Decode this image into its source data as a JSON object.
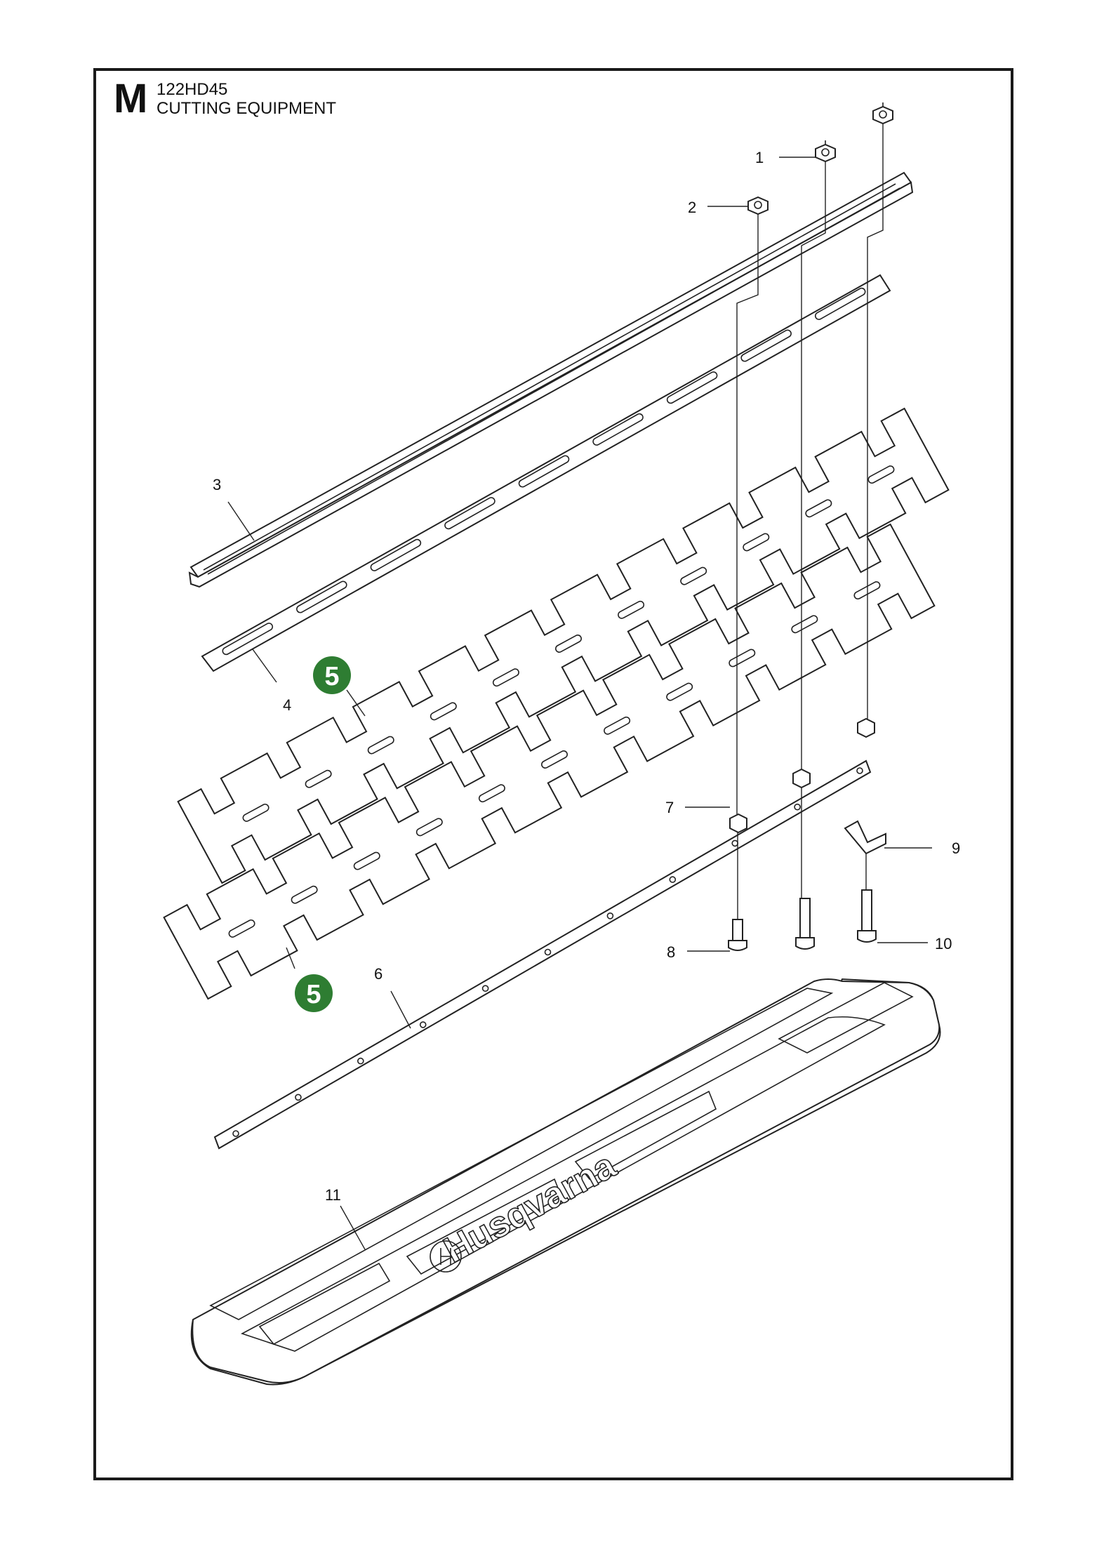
{
  "header": {
    "section_letter": "M",
    "model": "122HD45",
    "title": "CUTTING EQUIPMENT"
  },
  "callouts": [
    {
      "id": "callout-1",
      "label": "1"
    },
    {
      "id": "callout-2",
      "label": "2"
    },
    {
      "id": "callout-3",
      "label": "3"
    },
    {
      "id": "callout-4",
      "label": "4"
    },
    {
      "id": "callout-6",
      "label": "6"
    },
    {
      "id": "callout-7",
      "label": "7"
    },
    {
      "id": "callout-8",
      "label": "8"
    },
    {
      "id": "callout-9",
      "label": "9"
    },
    {
      "id": "callout-10",
      "label": "10"
    },
    {
      "id": "callout-11",
      "label": "11"
    }
  ],
  "badges": [
    {
      "id": "badge-5-upper",
      "label": "5"
    },
    {
      "id": "badge-5-lower",
      "label": "5"
    }
  ],
  "brand_logo_text": "Husqvarna",
  "colors": {
    "badge": "#2e7d32",
    "line": "#222222",
    "background": "#ffffff"
  }
}
